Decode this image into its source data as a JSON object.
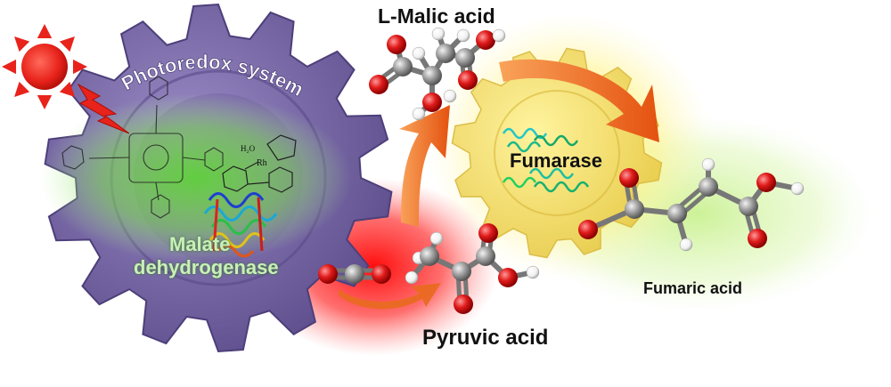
{
  "labels": {
    "photoredox": "Photoredox system",
    "malate_line1": "Malate",
    "malate_line2": "dehydrogenase",
    "l_malic": "L-Malic acid",
    "fumarase": "Fumarase",
    "fumaric": "Fumaric acid",
    "pyruvic": "Pyruvic acid"
  },
  "colors": {
    "gear_left": "#7a6aa8",
    "gear_right": "#f2e36a",
    "glow_green": "#5fd23a",
    "glow_red": "#ff1a1a",
    "glow_yellow": "#ffe94d",
    "arrow_orange": "#f26b1d",
    "sun": "#e8231b",
    "atom_carbon": "#9a9a9a",
    "atom_oxygen": "#e01b1b",
    "atom_hydrogen": "#ffffff"
  },
  "icons": [
    "sun-icon",
    "lightning-icon",
    "gear-icon",
    "arrow-icon",
    "molecule-icon",
    "enzyme-icon"
  ]
}
